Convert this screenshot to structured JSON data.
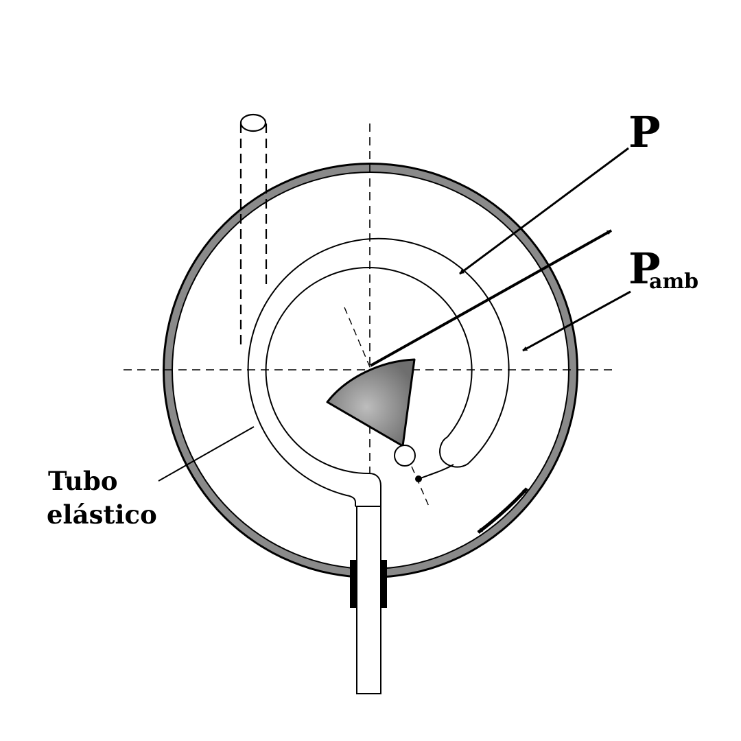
{
  "labels": {
    "pressure": "P",
    "ambient_main": "P",
    "ambient_sub": "amb",
    "tube_line1": "Tubo",
    "tube_line2": "elástico"
  },
  "colors": {
    "stroke": "#000000",
    "casing": "#8a8a8a",
    "sector_light": "#bdbdbd",
    "sector_dark": "#6e6e6e",
    "background": "#ffffff"
  }
}
